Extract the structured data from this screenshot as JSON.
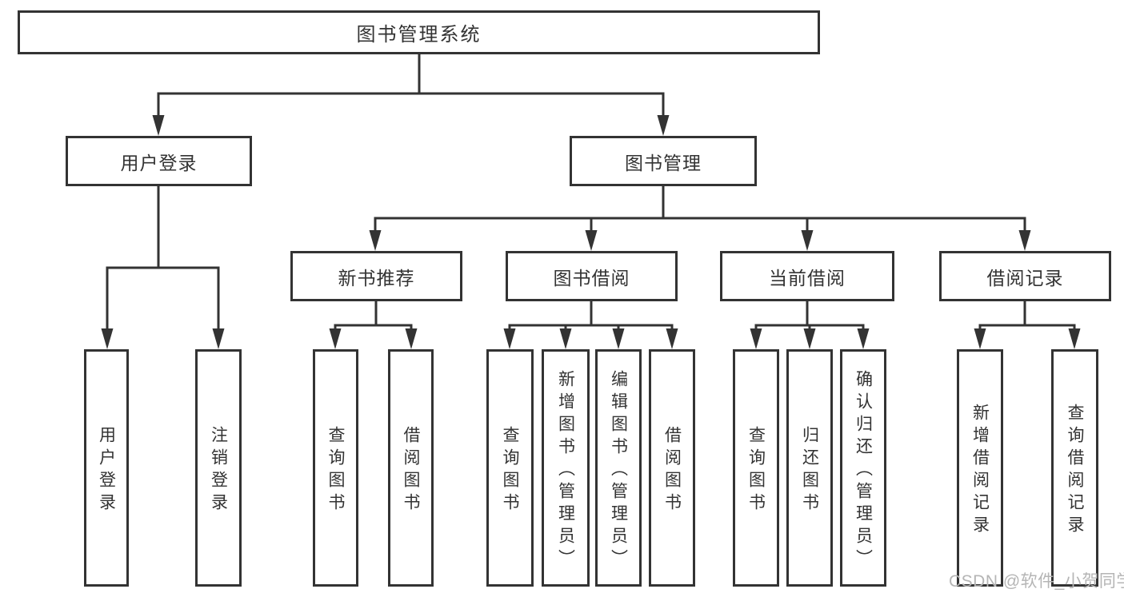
{
  "tree": {
    "root": {
      "label": "图书管理系统"
    },
    "children": [
      {
        "label": "用户登录",
        "children": [
          {
            "label": "用户登录"
          },
          {
            "label": "注销登录"
          }
        ]
      },
      {
        "label": "图书管理",
        "children": [
          {
            "label": "新书推荐",
            "children": [
              {
                "label": "查询图书"
              },
              {
                "label": "借阅图书"
              }
            ]
          },
          {
            "label": "图书借阅",
            "children": [
              {
                "label": "查询图书"
              },
              {
                "label": "新增图书（管理员）"
              },
              {
                "label": "编辑图书（管理员）"
              },
              {
                "label": "借阅图书"
              }
            ]
          },
          {
            "label": "当前借阅",
            "children": [
              {
                "label": "查询图书"
              },
              {
                "label": "归还图书"
              },
              {
                "label": "确认归还（管理员）"
              }
            ]
          },
          {
            "label": "借阅记录",
            "children": [
              {
                "label": "新增借阅记录"
              },
              {
                "label": "查询借阅记录"
              }
            ]
          }
        ]
      }
    ]
  },
  "watermark": {
    "text": "CSDN @软件_小贺同学"
  },
  "colors": {
    "line": "#333333",
    "text": "#333333",
    "background": "#ffffff",
    "watermark": "#b5b5b5"
  }
}
